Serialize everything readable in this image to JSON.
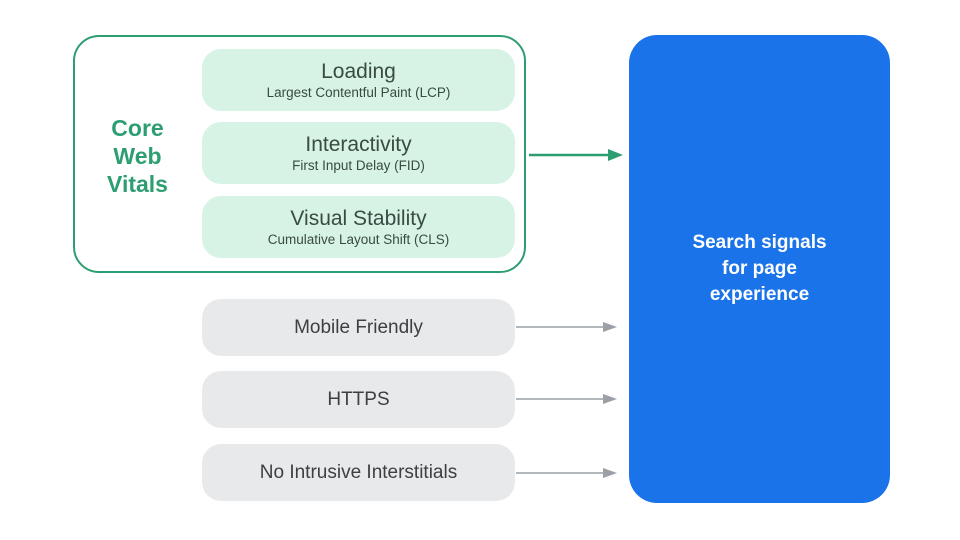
{
  "diagram": {
    "title_semantic": "Search signals for page experience diagram",
    "core_web_vitals": {
      "label_lines": [
        "Core",
        "Web",
        "Vitals"
      ],
      "items": [
        {
          "title": "Loading",
          "subtitle": "Largest Contentful Paint (LCP)"
        },
        {
          "title": "Interactivity",
          "subtitle": "First Input Delay (FID)"
        },
        {
          "title": "Visual Stability",
          "subtitle": "Cumulative Layout Shift (CLS)"
        }
      ]
    },
    "other_signals": [
      {
        "label": "Mobile Friendly"
      },
      {
        "label": "HTTPS"
      },
      {
        "label": "No Intrusive Interstitials"
      }
    ],
    "result": {
      "label_lines": [
        "Search signals",
        "for page",
        "experience"
      ]
    },
    "colors": {
      "green_accent": "#2d9e71",
      "mint_pill_bg": "#d6f3e5",
      "mint_pill_text": "#394b42",
      "gray_pill_bg": "#e8e9eb",
      "gray_pill_text": "#3c4043",
      "arrow_gray": "#9aa0a6",
      "result_blue_bg": "#1a73e8",
      "result_text": "#ffffff",
      "background": "#ffffff"
    }
  }
}
